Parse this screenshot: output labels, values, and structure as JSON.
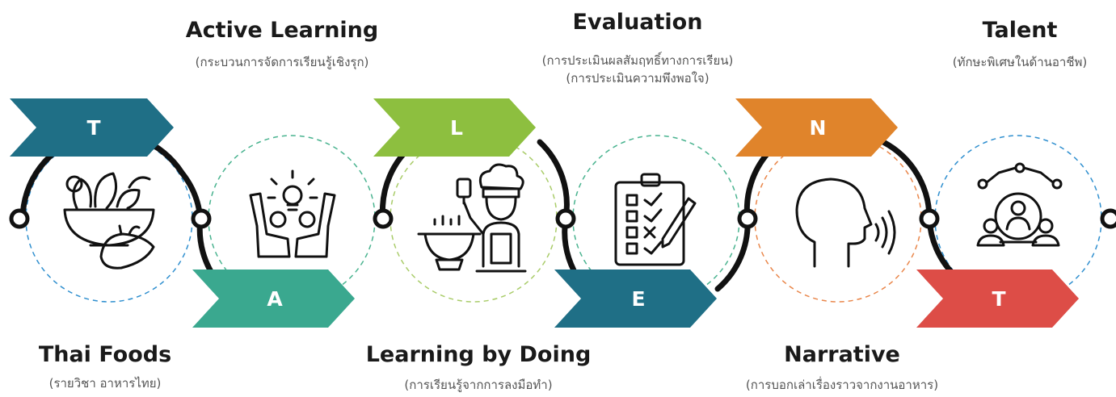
{
  "colors": {
    "teal_dark": "#1f6f86",
    "teal_green": "#3aa88f",
    "lime": "#8dbf3f",
    "orange": "#e0842b",
    "red": "#dd4d47",
    "ring_blue": "#2f8fcf",
    "ring_green": "#49b38f",
    "ring_lime": "#a9cc69",
    "ring_orange": "#e9864a"
  },
  "letters": [
    "T",
    "A",
    "L",
    "E",
    "N",
    "T"
  ],
  "top_labels": [
    {
      "title": "Active Learning",
      "sub": [
        "(กระบวนการจัดการเรียนรู้เชิงรุก)"
      ]
    },
    {
      "title": "Evaluation",
      "sub": [
        "(การประเมินผลสัมฤทธิ์ทางการเรียน)",
        "(การประเมินความพึงพอใจ)"
      ]
    },
    {
      "title": "Talent",
      "sub": [
        "(ทักษะพิเศษในด้านอาชีพ)"
      ]
    }
  ],
  "bottom_labels": [
    {
      "title": "Thai Foods",
      "sub": [
        "(รายวิชา อาหารไทย)"
      ]
    },
    {
      "title": "Learning by Doing",
      "sub": [
        "(การเรียนรู้จากการลงมือทำ)"
      ]
    },
    {
      "title": "Narrative",
      "sub": [
        "(การบอกเล่าเรื่องราวจากงานอาหาร)"
      ]
    }
  ],
  "icons": [
    "vegetables-bowl-icon",
    "idea-people-icon",
    "chef-cooking-icon",
    "checklist-icon",
    "speaking-head-icon",
    "talent-team-icon"
  ]
}
